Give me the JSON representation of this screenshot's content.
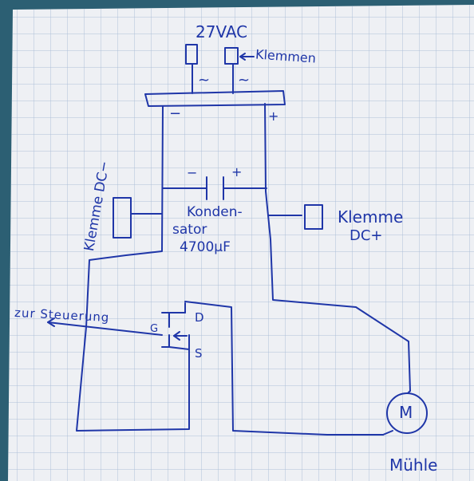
{
  "sketch": {
    "supply_label": "27VAC",
    "terminals_label": "Klemmen",
    "ac_symbol": "~",
    "minus_sign": "−",
    "plus_sign": "+",
    "dc_minus_label": "Klemme DC−",
    "dc_plus_label_line1": "Klemme",
    "dc_plus_label_line2": "DC+",
    "capacitor_label_line1": "Konden-",
    "capacitor_label_line2": "sator",
    "capacitor_value": "4700µF",
    "control_label": "zur Steuerung",
    "gate_label": "G",
    "drain_label": "D",
    "source_label": "S",
    "motor_symbol": "M",
    "motor_label": "Mühle"
  },
  "colors": {
    "ink": "#1f36a8",
    "paper": "#eef0f4",
    "grid": "#aebfd8",
    "background": "#2c5f73"
  }
}
